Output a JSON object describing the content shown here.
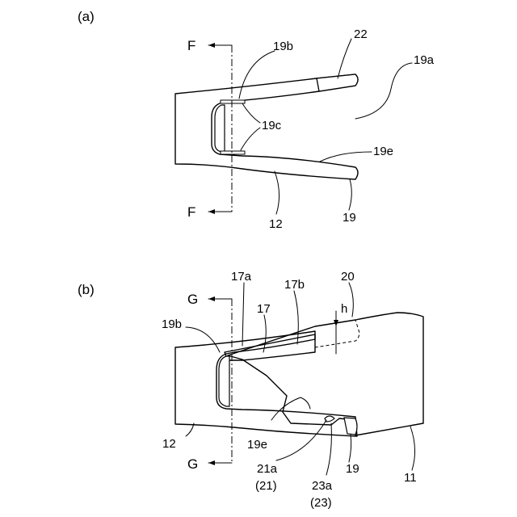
{
  "figure_a": {
    "panel_label": "(a)",
    "section_top": "F",
    "section_bottom": "F",
    "labels": {
      "l22": "22",
      "l19b": "19b",
      "l19a": "19a",
      "l19c": "19c",
      "l19e": "19e",
      "l12": "12",
      "l19": "19"
    }
  },
  "figure_b": {
    "panel_label": "(b)",
    "section_top": "G",
    "section_bottom": "G",
    "labels": {
      "l17a": "17a",
      "l17b": "17b",
      "l20": "20",
      "l17": "17",
      "lh": "h",
      "l19b": "19b",
      "l12": "12",
      "l19e": "19e",
      "l21a": "21a",
      "l21": "(21)",
      "l23a": "23a",
      "l23": "(23)",
      "l19": "19",
      "l11": "11"
    }
  }
}
